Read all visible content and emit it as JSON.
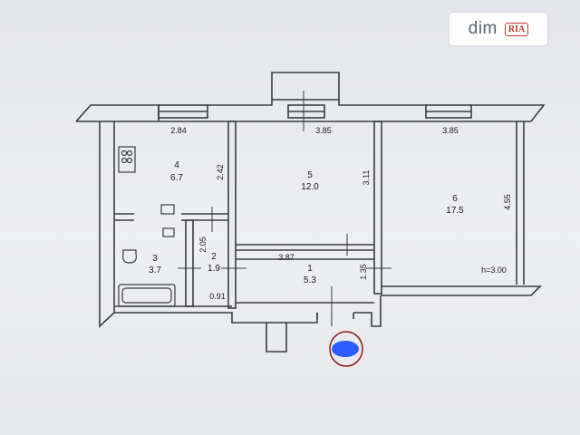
{
  "watermark": {
    "brand": "dim",
    "logo": "RIA"
  },
  "rooms": [
    {
      "number": "4",
      "area": "6.7"
    },
    {
      "number": "5",
      "area": "12.0"
    },
    {
      "number": "6",
      "area": "17.5"
    },
    {
      "number": "3",
      "area": "3.7"
    },
    {
      "number": "2",
      "area": "1.9"
    },
    {
      "number": "1",
      "area": "5.3"
    }
  ],
  "dimensions": {
    "top_left": "2.84",
    "top_middle": "3.85",
    "top_right": "3.85",
    "room4_height": "2.42",
    "room5_height": "3.11",
    "room6_height": "4.55",
    "room2_height": "2.05",
    "corridor_width": "3.87",
    "corridor_height": "1.35",
    "room2_width": "0.91"
  },
  "ceiling_height": "h=3.00",
  "colors": {
    "wall": "#3b3d42",
    "paper": "#e9eaee",
    "blur_marker": "#2f5cff"
  }
}
